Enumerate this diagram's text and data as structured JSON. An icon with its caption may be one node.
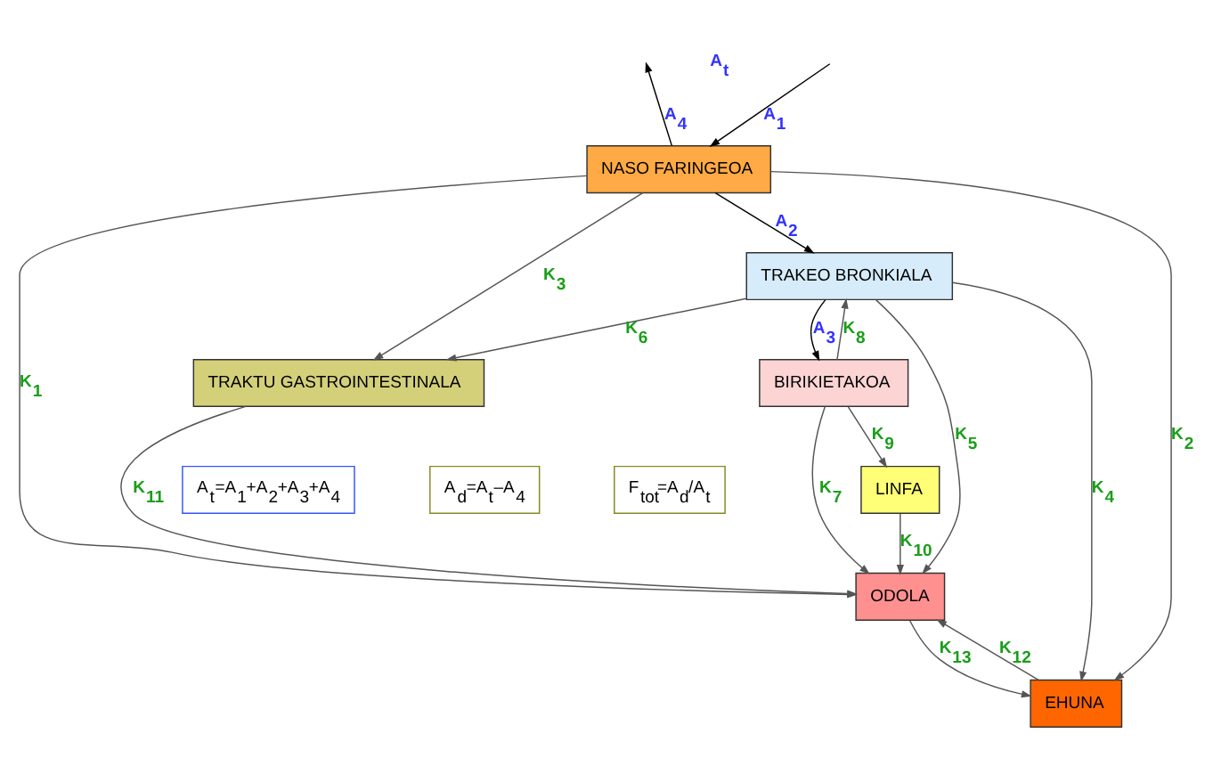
{
  "diagram": {
    "nodes": [
      {
        "text": [
          "ODOLA"
        ]
      },
      {
        "text": [
          "NASO FARINGEOA"
        ]
      },
      {
        "text": [
          "EHUNA"
        ]
      },
      {
        "text": [
          "TRAKEO BRONKIALA"
        ]
      },
      {
        "text": [
          "BIRIKIETAKOA"
        ]
      },
      {
        "text": [
          "LINFA"
        ]
      },
      {
        "text": [
          "TRAKTU GASTROINTESTINALA"
        ]
      },
      {
        "text": [
          "A$_{t}$=A$_{1}$+A$_{2}$+A$_{3}$+A$_{4}$"
        ]
      },
      {
        "text": [
          "A$_{d}$=A$_{t}$–A$_{4}$"
        ]
      },
      {
        "text": [
          "F$_{tot}$=A$_{d}$/A$_{t}$"
        ]
      }
    ],
    "edges": [
      {
        "from": null,
        "to": 1,
        "arrow": "to",
        "label": "A$_{1}$"
      },
      {
        "from": 1,
        "to": null,
        "arrow": "to",
        "label": "A$_{4}$"
      },
      {
        "from": 1,
        "to": 0,
        "arrow": "to",
        "label": "K$_{1}$"
      },
      {
        "from": 1,
        "to": 2,
        "arrow": "to",
        "label": "K$_{2}$"
      },
      {
        "from": 1,
        "to": 6,
        "arrow": "to",
        "label": "K$_{3}$"
      },
      {
        "from": 1,
        "to": 3,
        "arrow": "to",
        "label": "A$_{2}$"
      },
      {
        "from": 2,
        "to": 0,
        "arrow": "to",
        "label": "K$_{12}$"
      },
      {
        "from": 0,
        "to": 2,
        "arrow": "to",
        "label": "K$_{13}$"
      },
      {
        "from": 3,
        "to": 2,
        "arrow": "to",
        "label": "K$_{4}$"
      },
      {
        "from": 3,
        "to": 6,
        "arrow": "to",
        "label": "K$_{6}$"
      },
      {
        "from": 3,
        "to": 0,
        "arrow": "to",
        "label": "K$_{5}$"
      },
      {
        "from": 3,
        "to": 4,
        "arrow": "to",
        "label": "A$_{3}$"
      },
      {
        "from": 4,
        "to": 0,
        "arrow": "to",
        "label": "K$_{7}$"
      },
      {
        "from": 4,
        "to": 3,
        "arrow": "to",
        "label": "K$_{8}$"
      },
      {
        "from": 4,
        "to": 5,
        "arrow": "to",
        "label": "K$_{9}$"
      },
      {
        "from": 5,
        "to": 0,
        "arrow": "to",
        "label": "K$_{10}$"
      },
      {
        "from": 6,
        "to": 0,
        "arrow": "to",
        "label": "K$_{11}$"
      }
    ],
    "labels": [
      "A$_{t}$"
    ]
  }
}
